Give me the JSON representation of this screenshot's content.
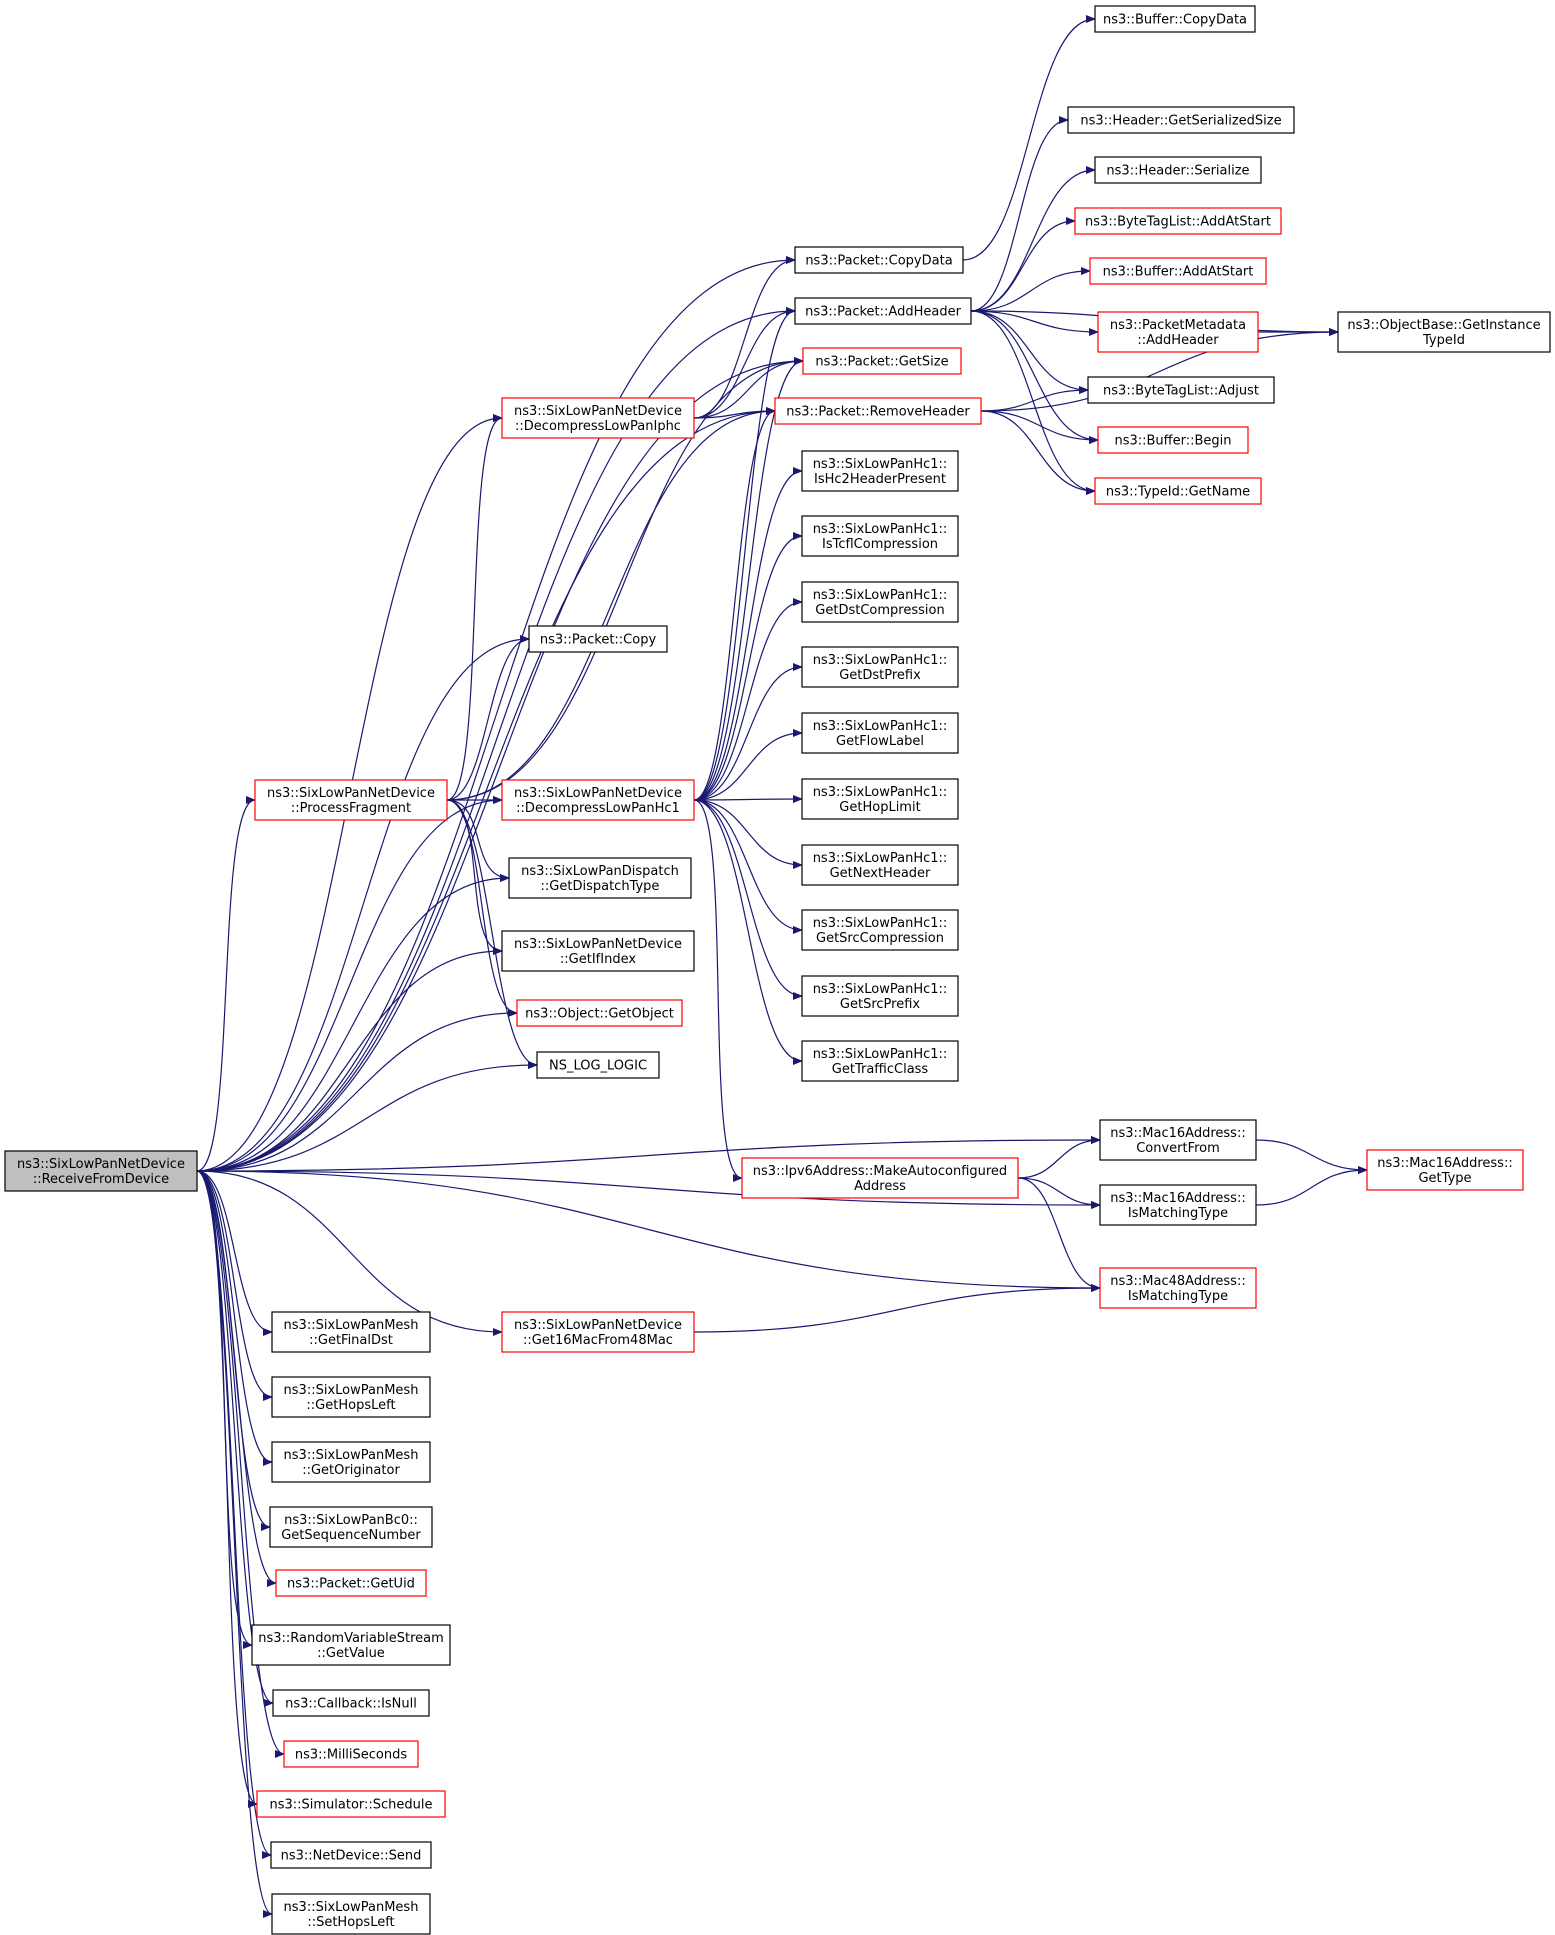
{
  "diagram": {
    "type": "call-graph",
    "colors": {
      "edge": "#191970",
      "normal_border": "#000000",
      "truncated_border": "#ff0000",
      "root_fill": "#bfbfbf",
      "node_fill": "#ffffff"
    },
    "nodes": [
      {
        "id": "root",
        "lines": [
          "ns3::SixLowPanNetDevice",
          "::ReceiveFromDevice"
        ],
        "style": "root"
      },
      {
        "id": "processFragment",
        "lines": [
          "ns3::SixLowPanNetDevice",
          "::ProcessFragment"
        ],
        "style": "truncated"
      },
      {
        "id": "decompressIphc",
        "lines": [
          "ns3::SixLowPanNetDevice",
          "::DecompressLowPanIphc"
        ],
        "style": "truncated"
      },
      {
        "id": "decompressHc1",
        "lines": [
          "ns3::SixLowPanNetDevice",
          "::DecompressLowPanHc1"
        ],
        "style": "truncated"
      },
      {
        "id": "get16Mac",
        "lines": [
          "ns3::SixLowPanNetDevice",
          "::Get16MacFrom48Mac"
        ],
        "style": "truncated"
      },
      {
        "id": "meshFinalDst",
        "lines": [
          "ns3::SixLowPanMesh",
          "::GetFinalDst"
        ],
        "style": "normal"
      },
      {
        "id": "meshHopsLeft",
        "lines": [
          "ns3::SixLowPanMesh",
          "::GetHopsLeft"
        ],
        "style": "normal"
      },
      {
        "id": "meshOriginator",
        "lines": [
          "ns3::SixLowPanMesh",
          "::GetOriginator"
        ],
        "style": "normal"
      },
      {
        "id": "bc0Seq",
        "lines": [
          "ns3::SixLowPanBc0::",
          "GetSequenceNumber"
        ],
        "style": "normal"
      },
      {
        "id": "packetUid",
        "lines": [
          "ns3::Packet::GetUid"
        ],
        "style": "truncated"
      },
      {
        "id": "rvsGetValue",
        "lines": [
          "ns3::RandomVariableStream",
          "::GetValue"
        ],
        "style": "normal"
      },
      {
        "id": "callbackIsNull",
        "lines": [
          "ns3::Callback::IsNull"
        ],
        "style": "normal"
      },
      {
        "id": "milliSeconds",
        "lines": [
          "ns3::MilliSeconds"
        ],
        "style": "truncated"
      },
      {
        "id": "simSchedule",
        "lines": [
          "ns3::Simulator::Schedule"
        ],
        "style": "truncated"
      },
      {
        "id": "netDeviceSend",
        "lines": [
          "ns3::NetDevice::Send"
        ],
        "style": "normal"
      },
      {
        "id": "meshSetHops",
        "lines": [
          "ns3::SixLowPanMesh",
          "::SetHopsLeft"
        ],
        "style": "normal"
      },
      {
        "id": "packetCopy",
        "lines": [
          "ns3::Packet::Copy"
        ],
        "style": "normal"
      },
      {
        "id": "dispatchType",
        "lines": [
          "ns3::SixLowPanDispatch",
          "::GetDispatchType"
        ],
        "style": "normal"
      },
      {
        "id": "getIfIndex",
        "lines": [
          "ns3::SixLowPanNetDevice",
          "::GetIfIndex"
        ],
        "style": "normal"
      },
      {
        "id": "getObject",
        "lines": [
          "ns3::Object::GetObject"
        ],
        "style": "truncated"
      },
      {
        "id": "nsLogLogic",
        "lines": [
          "NS_LOG_LOGIC"
        ],
        "style": "normal"
      },
      {
        "id": "copyData",
        "lines": [
          "ns3::Packet::CopyData"
        ],
        "style": "normal"
      },
      {
        "id": "addHeader",
        "lines": [
          "ns3::Packet::AddHeader"
        ],
        "style": "normal"
      },
      {
        "id": "getSize",
        "lines": [
          "ns3::Packet::GetSize"
        ],
        "style": "truncated"
      },
      {
        "id": "removeHeader",
        "lines": [
          "ns3::Packet::RemoveHeader"
        ],
        "style": "truncated"
      },
      {
        "id": "isHc2",
        "lines": [
          "ns3::SixLowPanHc1::",
          "IsHc2HeaderPresent"
        ],
        "style": "normal"
      },
      {
        "id": "isTcfl",
        "lines": [
          "ns3::SixLowPanHc1::",
          "IsTcflCompression"
        ],
        "style": "normal"
      },
      {
        "id": "getDstComp",
        "lines": [
          "ns3::SixLowPanHc1::",
          "GetDstCompression"
        ],
        "style": "normal"
      },
      {
        "id": "getDstPrefix",
        "lines": [
          "ns3::SixLowPanHc1::",
          "GetDstPrefix"
        ],
        "style": "normal"
      },
      {
        "id": "getFlowLabel",
        "lines": [
          "ns3::SixLowPanHc1::",
          "GetFlowLabel"
        ],
        "style": "normal"
      },
      {
        "id": "getHopLimit",
        "lines": [
          "ns3::SixLowPanHc1::",
          "GetHopLimit"
        ],
        "style": "normal"
      },
      {
        "id": "getNextHeader",
        "lines": [
          "ns3::SixLowPanHc1::",
          "GetNextHeader"
        ],
        "style": "normal"
      },
      {
        "id": "getSrcComp",
        "lines": [
          "ns3::SixLowPanHc1::",
          "GetSrcCompression"
        ],
        "style": "normal"
      },
      {
        "id": "getSrcPrefix",
        "lines": [
          "ns3::SixLowPanHc1::",
          "GetSrcPrefix"
        ],
        "style": "normal"
      },
      {
        "id": "getTrafficClass",
        "lines": [
          "ns3::SixLowPanHc1::",
          "GetTrafficClass"
        ],
        "style": "normal"
      },
      {
        "id": "ipv6Auto",
        "lines": [
          "ns3::Ipv6Address::MakeAutoconfigured",
          "Address"
        ],
        "style": "truncated"
      },
      {
        "id": "bufferCopyData",
        "lines": [
          "ns3::Buffer::CopyData"
        ],
        "style": "normal"
      },
      {
        "id": "headerSerSize",
        "lines": [
          "ns3::Header::GetSerializedSize"
        ],
        "style": "normal"
      },
      {
        "id": "headerSerialize",
        "lines": [
          "ns3::Header::Serialize"
        ],
        "style": "normal"
      },
      {
        "id": "btlAddAtStart",
        "lines": [
          "ns3::ByteTagList::AddAtStart"
        ],
        "style": "truncated"
      },
      {
        "id": "bufAddAtStart",
        "lines": [
          "ns3::Buffer::AddAtStart"
        ],
        "style": "truncated"
      },
      {
        "id": "pmAddHeader",
        "lines": [
          "ns3::PacketMetadata",
          "::AddHeader"
        ],
        "style": "truncated"
      },
      {
        "id": "btlAdjust",
        "lines": [
          "ns3::ByteTagList::Adjust"
        ],
        "style": "normal"
      },
      {
        "id": "bufBegin",
        "lines": [
          "ns3::Buffer::Begin"
        ],
        "style": "truncated"
      },
      {
        "id": "typeIdName",
        "lines": [
          "ns3::TypeId::GetName"
        ],
        "style": "truncated"
      },
      {
        "id": "objBaseTypeId",
        "lines": [
          "ns3::ObjectBase::GetInstance",
          "TypeId"
        ],
        "style": "normal"
      },
      {
        "id": "mac16Convert",
        "lines": [
          "ns3::Mac16Address::",
          "ConvertFrom"
        ],
        "style": "normal"
      },
      {
        "id": "mac16Matching",
        "lines": [
          "ns3::Mac16Address::",
          "IsMatchingType"
        ],
        "style": "normal"
      },
      {
        "id": "mac48Matching",
        "lines": [
          "ns3::Mac48Address::",
          "IsMatchingType"
        ],
        "style": "truncated"
      },
      {
        "id": "mac16GetType",
        "lines": [
          "ns3::Mac16Address::",
          "GetType"
        ],
        "style": "truncated"
      }
    ],
    "edges": [
      {
        "from": "root",
        "to": "copyData"
      },
      {
        "from": "root",
        "to": "addHeader"
      },
      {
        "from": "root",
        "to": "getSize"
      },
      {
        "from": "root",
        "to": "decompressIphc"
      },
      {
        "from": "root",
        "to": "removeHeader"
      },
      {
        "from": "root",
        "to": "packetCopy"
      },
      {
        "from": "root",
        "to": "processFragment"
      },
      {
        "from": "root",
        "to": "decompressHc1"
      },
      {
        "from": "root",
        "to": "dispatchType"
      },
      {
        "from": "root",
        "to": "getIfIndex"
      },
      {
        "from": "root",
        "to": "getObject"
      },
      {
        "from": "root",
        "to": "nsLogLogic"
      },
      {
        "from": "root",
        "to": "mac16Convert"
      },
      {
        "from": "root",
        "to": "mac16Matching"
      },
      {
        "from": "root",
        "to": "mac48Matching"
      },
      {
        "from": "root",
        "to": "get16Mac"
      },
      {
        "from": "root",
        "to": "meshFinalDst"
      },
      {
        "from": "root",
        "to": "meshHopsLeft"
      },
      {
        "from": "root",
        "to": "meshOriginator"
      },
      {
        "from": "root",
        "to": "bc0Seq"
      },
      {
        "from": "root",
        "to": "packetUid"
      },
      {
        "from": "root",
        "to": "rvsGetValue"
      },
      {
        "from": "root",
        "to": "callbackIsNull"
      },
      {
        "from": "root",
        "to": "milliSeconds"
      },
      {
        "from": "root",
        "to": "simSchedule"
      },
      {
        "from": "root",
        "to": "netDeviceSend"
      },
      {
        "from": "root",
        "to": "meshSetHops"
      },
      {
        "from": "processFragment",
        "to": "decompressIphc"
      },
      {
        "from": "processFragment",
        "to": "packetCopy"
      },
      {
        "from": "processFragment",
        "to": "removeHeader"
      },
      {
        "from": "processFragment",
        "to": "getSize"
      },
      {
        "from": "processFragment",
        "to": "decompressHc1"
      },
      {
        "from": "processFragment",
        "to": "dispatchType"
      },
      {
        "from": "processFragment",
        "to": "getIfIndex"
      },
      {
        "from": "processFragment",
        "to": "getObject"
      },
      {
        "from": "processFragment",
        "to": "nsLogLogic"
      },
      {
        "from": "decompressIphc",
        "to": "copyData"
      },
      {
        "from": "decompressIphc",
        "to": "addHeader"
      },
      {
        "from": "decompressIphc",
        "to": "getSize"
      },
      {
        "from": "decompressIphc",
        "to": "removeHeader"
      },
      {
        "from": "decompressHc1",
        "to": "addHeader"
      },
      {
        "from": "decompressHc1",
        "to": "getSize"
      },
      {
        "from": "decompressHc1",
        "to": "removeHeader"
      },
      {
        "from": "decompressHc1",
        "to": "isHc2"
      },
      {
        "from": "decompressHc1",
        "to": "isTcfl"
      },
      {
        "from": "decompressHc1",
        "to": "getDstComp"
      },
      {
        "from": "decompressHc1",
        "to": "getDstPrefix"
      },
      {
        "from": "decompressHc1",
        "to": "getFlowLabel"
      },
      {
        "from": "decompressHc1",
        "to": "getHopLimit"
      },
      {
        "from": "decompressHc1",
        "to": "getNextHeader"
      },
      {
        "from": "decompressHc1",
        "to": "getSrcComp"
      },
      {
        "from": "decompressHc1",
        "to": "getSrcPrefix"
      },
      {
        "from": "decompressHc1",
        "to": "getTrafficClass"
      },
      {
        "from": "decompressHc1",
        "to": "ipv6Auto"
      },
      {
        "from": "copyData",
        "to": "bufferCopyData"
      },
      {
        "from": "addHeader",
        "to": "headerSerSize"
      },
      {
        "from": "addHeader",
        "to": "headerSerialize"
      },
      {
        "from": "addHeader",
        "to": "btlAddAtStart"
      },
      {
        "from": "addHeader",
        "to": "bufAddAtStart"
      },
      {
        "from": "addHeader",
        "to": "pmAddHeader"
      },
      {
        "from": "addHeader",
        "to": "btlAdjust"
      },
      {
        "from": "addHeader",
        "to": "bufBegin"
      },
      {
        "from": "addHeader",
        "to": "typeIdName"
      },
      {
        "from": "addHeader",
        "to": "objBaseTypeId"
      },
      {
        "from": "removeHeader",
        "to": "btlAdjust"
      },
      {
        "from": "removeHeader",
        "to": "bufBegin"
      },
      {
        "from": "removeHeader",
        "to": "typeIdName"
      },
      {
        "from": "removeHeader",
        "to": "objBaseTypeId"
      },
      {
        "from": "pmAddHeader",
        "to": "objBaseTypeId"
      },
      {
        "from": "ipv6Auto",
        "to": "mac16Convert"
      },
      {
        "from": "ipv6Auto",
        "to": "mac16Matching"
      },
      {
        "from": "ipv6Auto",
        "to": "mac48Matching"
      },
      {
        "from": "get16Mac",
        "to": "mac48Matching"
      },
      {
        "from": "mac16Convert",
        "to": "mac16GetType"
      },
      {
        "from": "mac16Matching",
        "to": "mac16GetType"
      }
    ]
  }
}
